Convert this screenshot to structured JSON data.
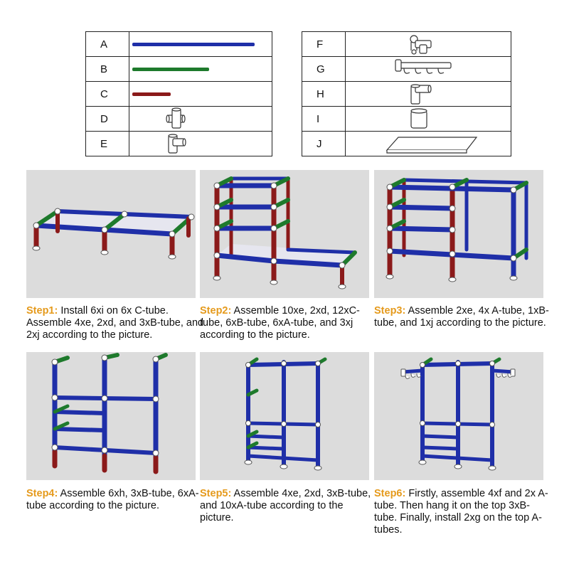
{
  "parts_left": [
    {
      "letter": "A",
      "icon": "tube-a-icon",
      "color": "#1f2fa8"
    },
    {
      "letter": "B",
      "icon": "tube-b-icon",
      "color": "#1e7a2c"
    },
    {
      "letter": "C",
      "icon": "tube-c-icon",
      "color": "#8b1a1a"
    },
    {
      "letter": "D",
      "icon": "four-way-connector-icon"
    },
    {
      "letter": "E",
      "icon": "three-way-connector-icon"
    }
  ],
  "parts_right": [
    {
      "letter": "F",
      "icon": "side-hook-connector-icon"
    },
    {
      "letter": "G",
      "icon": "hanging-hook-bar-icon"
    },
    {
      "letter": "H",
      "icon": "tee-connector-icon"
    },
    {
      "letter": "I",
      "icon": "foot-cap-icon"
    },
    {
      "letter": "J",
      "icon": "shelf-sheet-icon"
    }
  ],
  "steps": [
    {
      "label": "Step1:",
      "text": " Install 6xi on 6x C-tube. Assemble 4xe, 2xd, and 3xB-tube, and 2xj according to the picture."
    },
    {
      "label": "Step2:",
      "text": " Assemble 10xe, 2xd, 12xC-tube, 6xB-tube, 6xA-tube, and 3xj according to the picture."
    },
    {
      "label": "Step3:",
      "text": " Assemble 2xe, 4x A-tube, 1xB-tube, and 1xj according to the picture."
    },
    {
      "label": "Step4:",
      "text": " Assemble 6xh, 3xB-tube, 6xA-tube according to the picture."
    },
    {
      "label": "Step5:",
      "text": " Assemble 4xe, 2xd, 3xB-tube, and 10xA-tube according to the picture."
    },
    {
      "label": "Step6:",
      "text": " Firstly, assemble 4xf and 2x A-tube. Then hang it on the top 3xB-tube. Finally, install 2xg on the top A-tubes."
    }
  ],
  "colors": {
    "tube_a": "#1f2fa8",
    "tube_b": "#1e7a2c",
    "tube_c": "#8b1a1a",
    "step_label": "#e59a1c",
    "panel_bg": "#dcdcdc"
  }
}
